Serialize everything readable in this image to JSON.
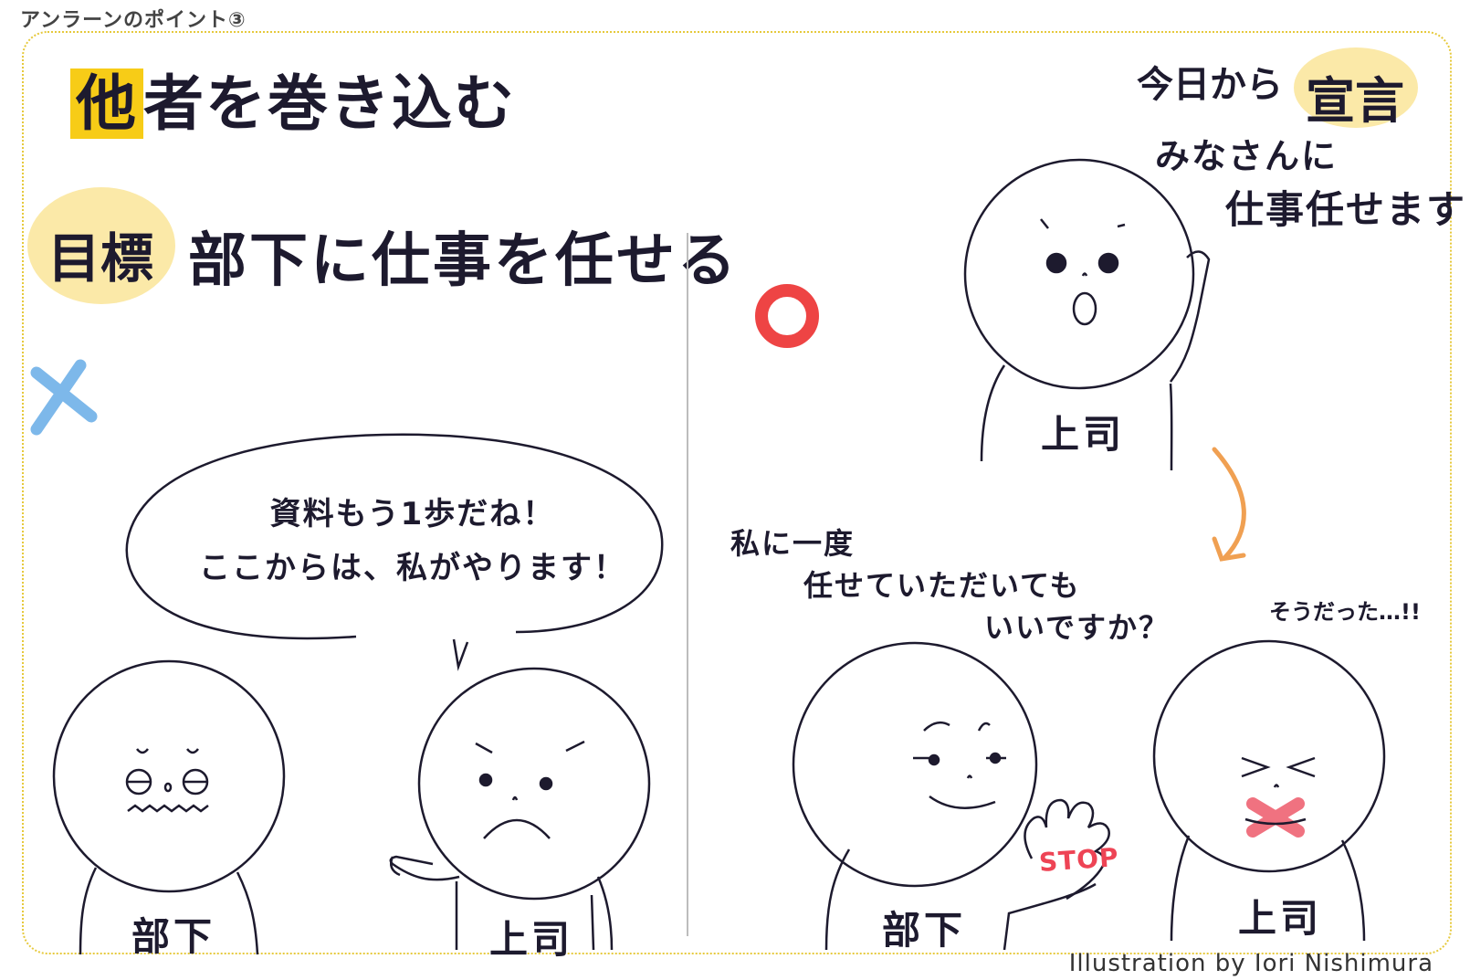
{
  "header": {
    "section_label": "アンラーンのポイント③"
  },
  "title": {
    "highlight_char": "他",
    "rest": "者を巻き込む"
  },
  "goal": {
    "label": "目標",
    "text": "部下に仕事を任せる"
  },
  "left_panel": {
    "mark": "×",
    "speech_line1": "資料もう1歩だね！",
    "speech_line2": "ここからは、私がやります！",
    "subordinate_label": "部下",
    "boss_label": "上司"
  },
  "right_panel": {
    "mark": "○",
    "declaration_prefix": "今日から",
    "declaration_badge": "宣言",
    "declaration_line2": "みなさんに",
    "declaration_line3": "仕事任せます",
    "boss_top_label": "上司",
    "subordinate_line1": "私に一度",
    "subordinate_line2": "任せていただいても",
    "subordinate_line3": "いいですか？",
    "boss_reaction": "そうだった…!!",
    "stop_sign": "STOP",
    "subordinate_label": "部下",
    "boss_bottom_label": "上司"
  },
  "credit": "Illustration by Iori Nishimura",
  "colors": {
    "highlight_yellow": "#f7cc17",
    "soft_yellow": "#fbe9a8",
    "frame_yellow": "#e6c93c",
    "cross_blue": "#7db8ea",
    "circle_red": "#ee4444",
    "arrow_orange": "#f0a052",
    "stop_red": "#ee4455"
  }
}
